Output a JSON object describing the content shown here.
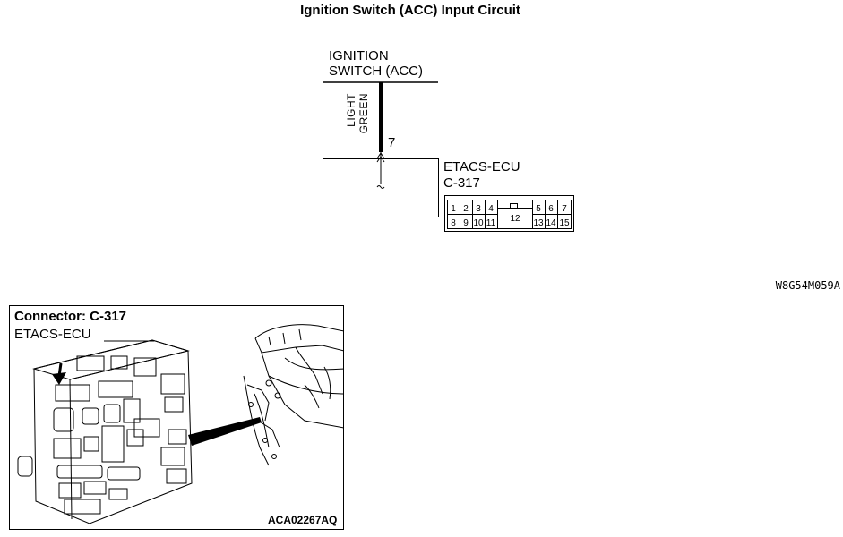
{
  "diagram": {
    "title": "Ignition Switch (ACC) Input Circuit",
    "ignition_label_line1": "IGNITION",
    "ignition_label_line2": "SWITCH (ACC)",
    "wire_color_line1": "LIGHT",
    "wire_color_line2": "GREEN",
    "pin_number": "7",
    "ecu_name": "ETACS-ECU",
    "connector_id": "C-317",
    "connector_pins_top": [
      "1",
      "2",
      "3",
      "4",
      "5",
      "6",
      "7"
    ],
    "connector_pins_bottom": [
      "8",
      "9",
      "10",
      "11",
      "13",
      "14",
      "15"
    ],
    "connector_pin_center": "12",
    "figure_code": "W8G54M059A"
  },
  "location": {
    "connector_title": "Connector: C-317",
    "ecu_label": "ETACS-ECU",
    "figure_code": "ACA02267AQ"
  }
}
